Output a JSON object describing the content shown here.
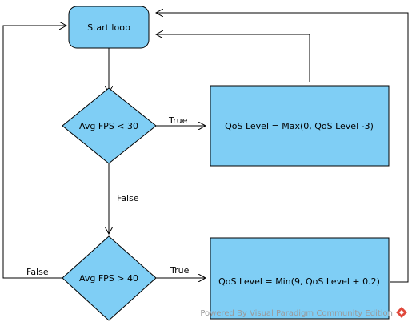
{
  "diagram": {
    "nodes": {
      "start": {
        "label": "Start loop"
      },
      "decision1": {
        "label": "Avg FPS < 30"
      },
      "action1": {
        "label": "QoS Level = Max(0, QoS Level -3)"
      },
      "decision2": {
        "label": "Avg FPS > 40"
      },
      "action2": {
        "label": "QoS Level = Min(9, QoS Level + 0.2)"
      }
    },
    "edges": {
      "d1_true": {
        "label": "True"
      },
      "d1_false": {
        "label": "False"
      },
      "d2_true": {
        "label": "True"
      },
      "d2_false": {
        "label": "False"
      }
    }
  },
  "watermark": {
    "text": "Powered By Visual Paradigm Community Edition",
    "icon": "visual-paradigm-logo-icon"
  },
  "colors": {
    "node_fill": "#7fcef5",
    "stroke": "#000000",
    "logo": "#e0493c"
  }
}
